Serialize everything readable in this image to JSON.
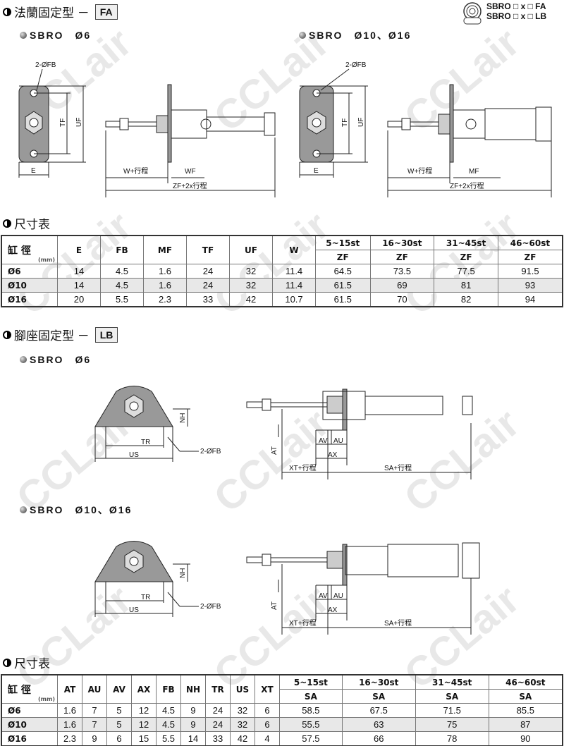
{
  "fa": {
    "title": "法蘭固定型 －",
    "tag": "FA",
    "sub1": "SBRO　Ø6",
    "sub2": "SBRO　Ø10、Ø16",
    "d1": {
      "fb": "2-ØFB",
      "tf": "TF",
      "uf": "UF",
      "e": "E",
      "w": "W+行程",
      "wf": "WF",
      "zf": "ZF+2x行程"
    },
    "d2": {
      "fb": "2-ØFB",
      "tf": "TF",
      "uf": "UF",
      "e": "E",
      "w": "W+行程",
      "mf": "MF",
      "zf": "ZF+2x行程"
    }
  },
  "order": {
    "line1": "SBRO □ x □ FA",
    "line2": "SBRO □ x □ LB"
  },
  "table1": {
    "title": "尺寸表",
    "bore": "缸 徑",
    "unit": "(mm)",
    "cols": [
      "E",
      "FB",
      "MF",
      "TF",
      "UF",
      "W"
    ],
    "strokes": [
      "5~15st",
      "16~30st",
      "31~45st",
      "46~60st"
    ],
    "sub": "ZF",
    "rows": [
      [
        "Ø6",
        "14",
        "4.5",
        "1.6",
        "24",
        "32",
        "11.4",
        "64.5",
        "73.5",
        "77.5",
        "91.5"
      ],
      [
        "Ø10",
        "14",
        "4.5",
        "1.6",
        "24",
        "32",
        "11.4",
        "61.5",
        "69",
        "81",
        "93"
      ],
      [
        "Ø16",
        "20",
        "5.5",
        "2.3",
        "33",
        "42",
        "10.7",
        "61.5",
        "70",
        "82",
        "94"
      ]
    ]
  },
  "lb": {
    "title": "腳座固定型 －",
    "tag": "LB",
    "sub1": "SBRO　Ø6",
    "sub2": "SBRO　Ø10、Ø16",
    "labels": {
      "nh": "NH",
      "tr": "TR",
      "us": "US",
      "fb": "2-ØFB",
      "at": "AT",
      "av": "AV",
      "au": "AU",
      "ax": "AX",
      "xt": "XT+行程",
      "sa": "SA+行程"
    }
  },
  "table2": {
    "title": "尺寸表",
    "bore": "缸 徑",
    "unit": "(mm)",
    "cols": [
      "AT",
      "AU",
      "AV",
      "AX",
      "FB",
      "NH",
      "TR",
      "US",
      "XT"
    ],
    "strokes": [
      "5~15st",
      "16~30st",
      "31~45st",
      "46~60st"
    ],
    "sub": "SA",
    "rows": [
      [
        "Ø6",
        "1.6",
        "7",
        "5",
        "12",
        "4.5",
        "9",
        "24",
        "32",
        "6",
        "58.5",
        "67.5",
        "71.5",
        "85.5"
      ],
      [
        "Ø10",
        "1.6",
        "7",
        "5",
        "12",
        "4.5",
        "9",
        "24",
        "32",
        "6",
        "55.5",
        "63",
        "75",
        "87"
      ],
      [
        "Ø16",
        "2.3",
        "9",
        "6",
        "15",
        "5.5",
        "14",
        "33",
        "42",
        "4",
        "57.5",
        "66",
        "78",
        "90"
      ]
    ]
  },
  "watermark": "CCLair"
}
